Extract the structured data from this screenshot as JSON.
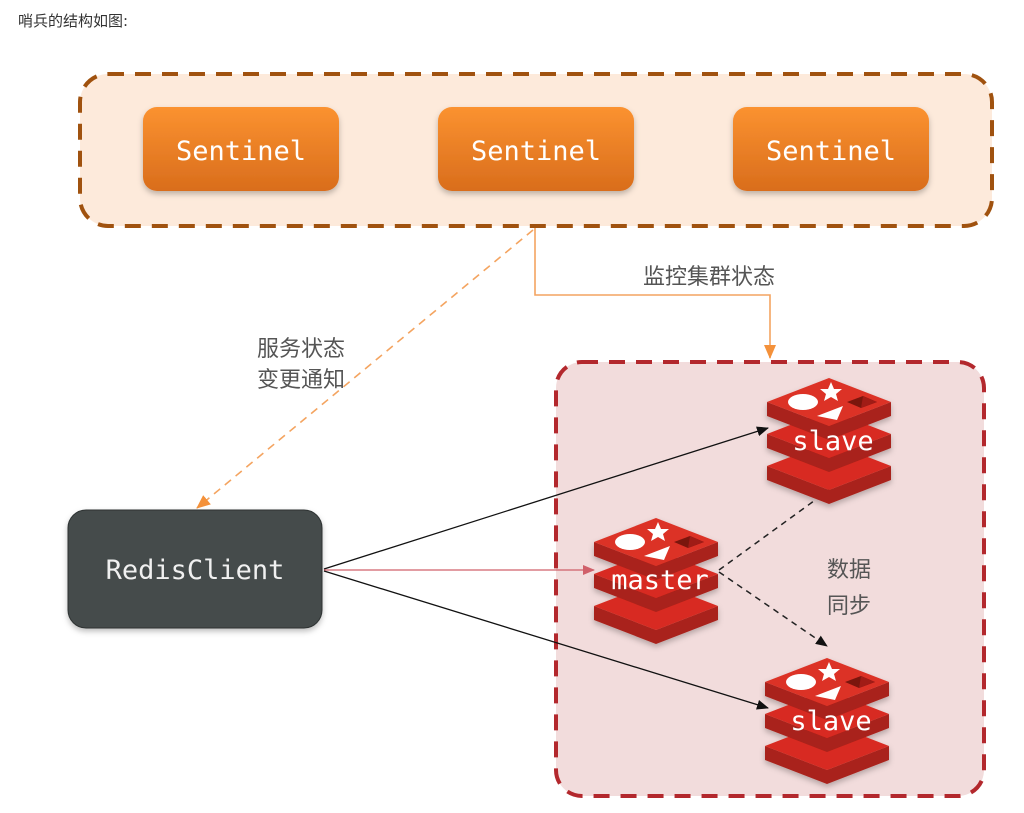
{
  "caption": "哨兵的结构如图:",
  "sentinel_group": {
    "nodes": [
      {
        "label": "Sentinel"
      },
      {
        "label": "Sentinel"
      },
      {
        "label": "Sentinel"
      }
    ]
  },
  "labels": {
    "monitor": "监控集群状态",
    "notify_line1": "服务状态",
    "notify_line2": "变更通知",
    "sync_line1": "数据",
    "sync_line2": "同步"
  },
  "client": {
    "label": "RedisClient"
  },
  "cluster": {
    "master": {
      "label": "master"
    },
    "slave_top": {
      "label": "slave"
    },
    "slave_bottom": {
      "label": "slave"
    }
  },
  "colors": {
    "sentinel_bg": "#fdeadb",
    "sentinel_border": "#a0520f",
    "sentinel_node": "#f38a2a",
    "cluster_bg": "#f2dcdc",
    "cluster_border": "#b3282d",
    "client_bg": "#454b4b",
    "redis_red": "#d82c20",
    "orange_line": "#f4a460"
  }
}
